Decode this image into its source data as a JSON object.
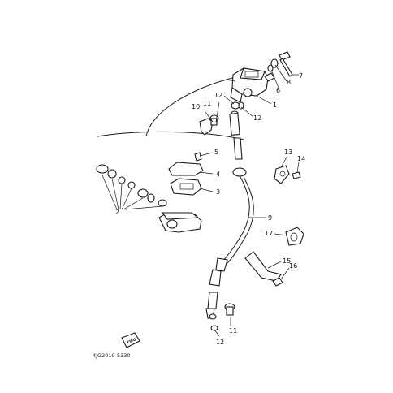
{
  "diagram": {
    "drawing_code": "4JG2010-5330",
    "direction_tag": "FWD",
    "callouts": [
      {
        "id": "c1",
        "text": "1"
      },
      {
        "id": "c2",
        "text": "2"
      },
      {
        "id": "c3",
        "text": "3"
      },
      {
        "id": "c4",
        "text": "4"
      },
      {
        "id": "c5",
        "text": "5"
      },
      {
        "id": "c6",
        "text": "6"
      },
      {
        "id": "c7",
        "text": "7"
      },
      {
        "id": "c8",
        "text": "8"
      },
      {
        "id": "c9",
        "text": "9"
      },
      {
        "id": "c10",
        "text": "10"
      },
      {
        "id": "c11a",
        "text": "11"
      },
      {
        "id": "c11b",
        "text": "11"
      },
      {
        "id": "c12a",
        "text": "12"
      },
      {
        "id": "c12b",
        "text": "12"
      },
      {
        "id": "c12c",
        "text": "12"
      },
      {
        "id": "c13",
        "text": "13"
      },
      {
        "id": "c14",
        "text": "14"
      },
      {
        "id": "c15",
        "text": "15"
      },
      {
        "id": "c16",
        "text": "16"
      },
      {
        "id": "c17",
        "text": "17"
      }
    ]
  }
}
